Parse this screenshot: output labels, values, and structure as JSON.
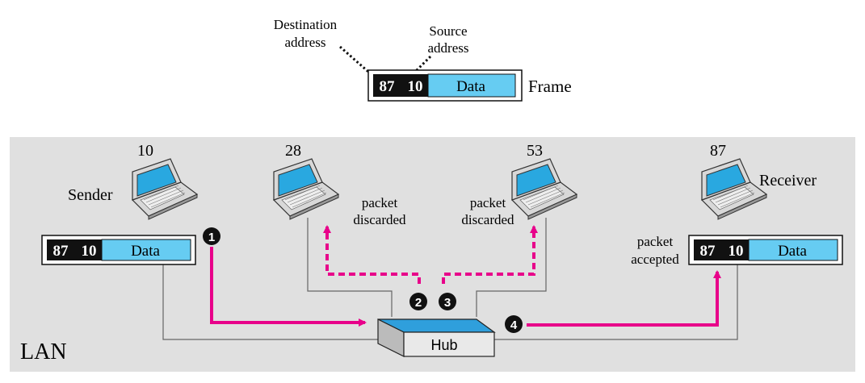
{
  "frame": {
    "label": "Frame",
    "dest_label_line1": "Destination",
    "dest_label_line2": "address",
    "src_label_line1": "Source",
    "src_label_line2": "address",
    "dest": "87",
    "src": "10",
    "data": "Data"
  },
  "lan": {
    "label": "LAN",
    "hub": "Hub",
    "stations": [
      {
        "address": "10",
        "role": "Sender",
        "note1": "",
        "note2": ""
      },
      {
        "address": "28",
        "role": "",
        "note1": "packet",
        "note2": "discarded"
      },
      {
        "address": "53",
        "role": "",
        "note1": "packet",
        "note2": "discarded"
      },
      {
        "address": "87",
        "role": "Receiver",
        "note1": "packet",
        "note2": "accepted"
      }
    ],
    "sender_frame": {
      "dest": "87",
      "src": "10",
      "data": "Data"
    },
    "receiver_frame": {
      "dest": "87",
      "src": "10",
      "data": "Data"
    },
    "steps": [
      "1",
      "2",
      "3",
      "4"
    ]
  },
  "colors": {
    "lan_bg": "#e0e0e0",
    "data_fill": "#66ccf2",
    "arrow": "#e8008a",
    "screen": "#29a8e0",
    "hub_top": "#2f9fdc"
  }
}
